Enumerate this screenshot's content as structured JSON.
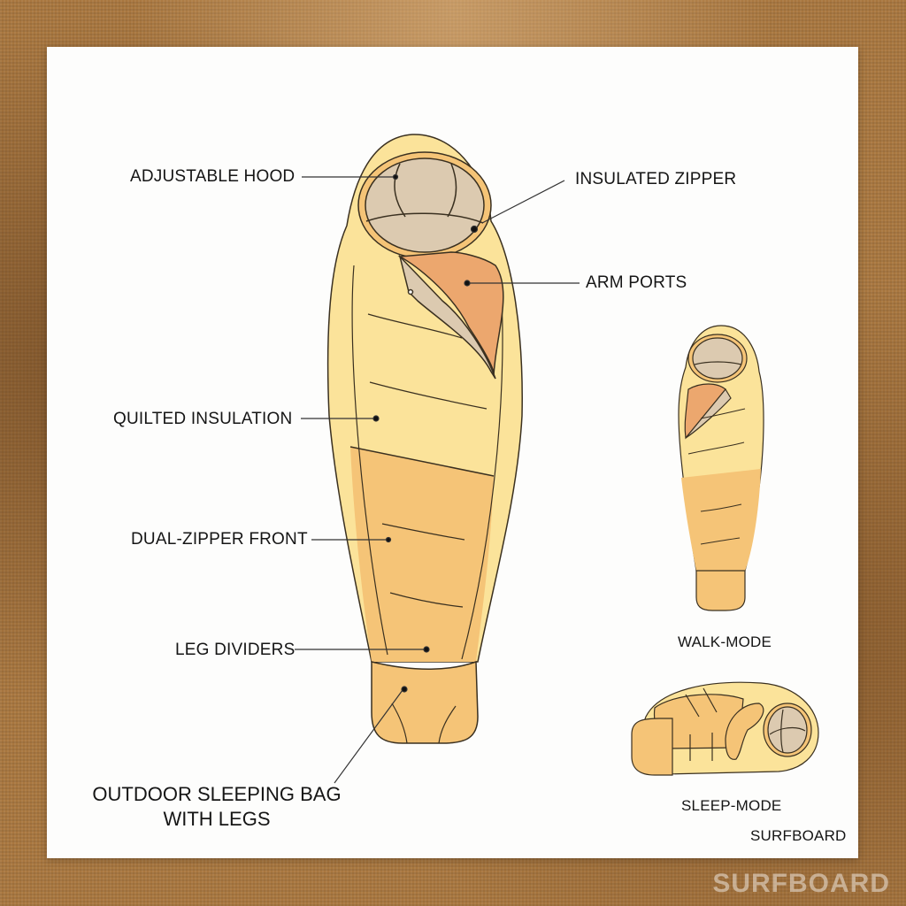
{
  "diagram": {
    "title_line1": "OUTDOOR SLEEPING BAG",
    "title_line2": "WITH LEGS",
    "callouts": [
      {
        "label": "ADJUSTABLE HOOD",
        "side": "left"
      },
      {
        "label": "INSULATED ZIPPER",
        "side": "right"
      },
      {
        "label": "ARM PORTS",
        "side": "right"
      },
      {
        "label": "QUILTED INSULATION",
        "side": "left"
      },
      {
        "label": "DUAL-ZIPPER FRONT",
        "side": "left"
      },
      {
        "label": "LEG DIVIDERS",
        "side": "left"
      }
    ],
    "modes": [
      {
        "label": "WALK-MODE"
      },
      {
        "label": "SLEEP-MODE"
      }
    ],
    "caption_bottom_right": "SURFBOARD",
    "watermark": "SURFBOARD",
    "colors": {
      "background_fabric": "#a9773f",
      "panel": "#fdfdfc",
      "bag_light": "#fbe39a",
      "bag_mid": "#f5c477",
      "hood_inner": "#dccab0",
      "arm_port": "#eca76e",
      "outline": "#3a3020"
    }
  }
}
